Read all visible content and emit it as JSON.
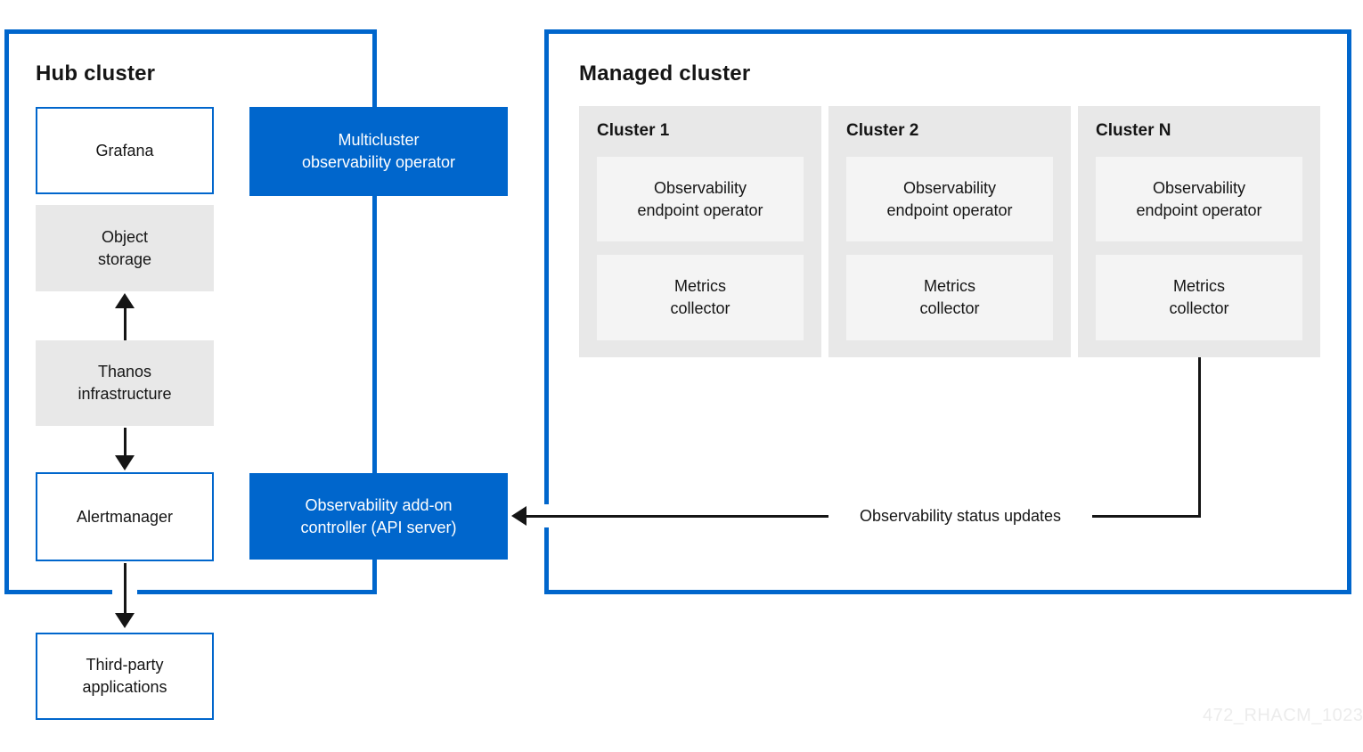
{
  "colors": {
    "accent_blue": "#0066CC",
    "card_gray": "#E8E8E8",
    "component_gray": "#F4F4F4",
    "text": "#151515",
    "watermark_gray": "#ECECEC"
  },
  "hub": {
    "title": "Hub cluster",
    "nodes": {
      "grafana": {
        "label": "Grafana"
      },
      "object_storage": {
        "label": "Object\nstorage"
      },
      "thanos": {
        "label": "Thanos\ninfrastructure"
      },
      "alertmanager": {
        "label": "Alertmanager"
      }
    }
  },
  "operators": {
    "multicluster": {
      "label": "Multicluster\nobservability operator"
    },
    "addon_controller": {
      "label": "Observability add-on\ncontroller (API server)"
    }
  },
  "managed": {
    "title": "Managed cluster",
    "clusters": [
      {
        "name": "Cluster 1",
        "endpoint_operator": "Observability\nendpoint operator",
        "metrics_collector": "Metrics\ncollector"
      },
      {
        "name": "Cluster 2",
        "endpoint_operator": "Observability\nendpoint operator",
        "metrics_collector": "Metrics\ncollector"
      },
      {
        "name": "Cluster N",
        "endpoint_operator": "Observability\nendpoint operator",
        "metrics_collector": "Metrics\ncollector"
      }
    ]
  },
  "external": {
    "third_party": {
      "label": "Third-party\napplications"
    }
  },
  "connector": {
    "status_label": "Observability status updates"
  },
  "watermark": "472_RHACM_1023"
}
